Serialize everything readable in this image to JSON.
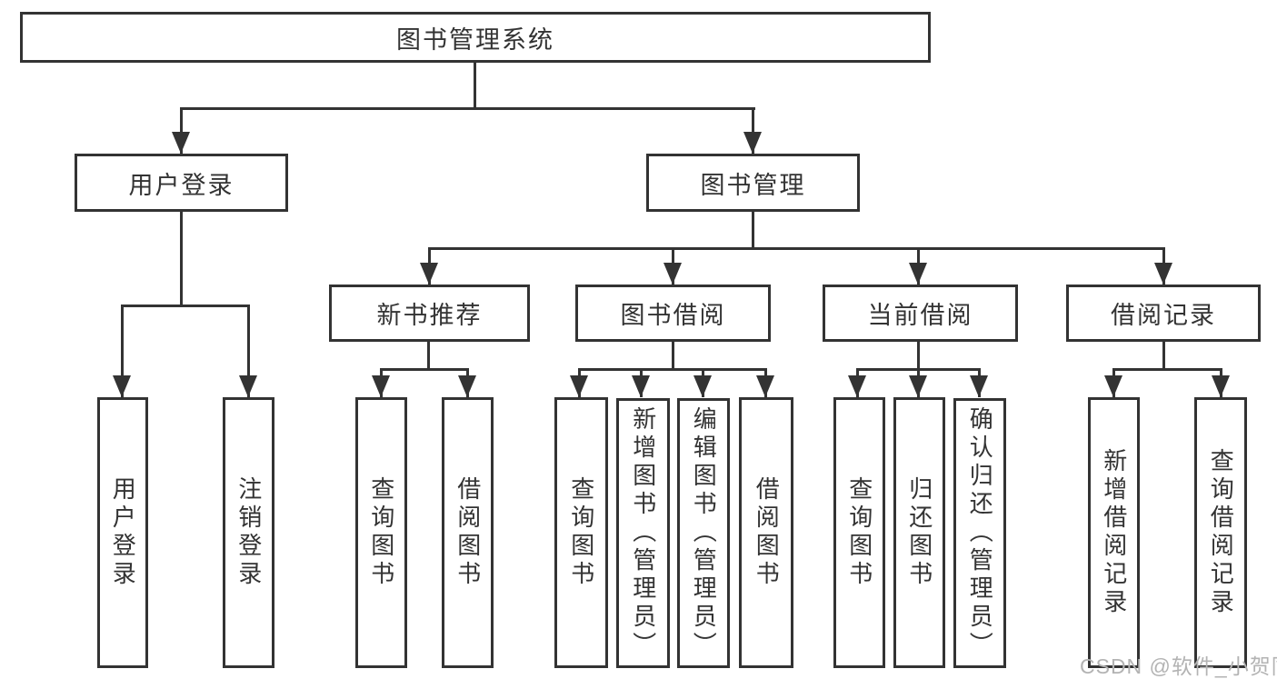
{
  "diagram": {
    "title": "图书管理系统",
    "level2": [
      {
        "label": "用户登录",
        "children": [
          "用户登录",
          "注销登录"
        ]
      },
      {
        "label": "图书管理",
        "children": [
          {
            "label": "新书推荐",
            "children": [
              "查询图书",
              "借阅图书"
            ]
          },
          {
            "label": "图书借阅",
            "children": [
              "查询图书",
              "新增图书（管理员）",
              "编辑图书（管理员）",
              "借阅图书"
            ]
          },
          {
            "label": "当前借阅",
            "children": [
              "查询图书",
              "归还图书",
              "确认归还（管理员）"
            ]
          },
          {
            "label": "借阅记录",
            "children": [
              "新增借阅记录",
              "查询借阅记录"
            ]
          }
        ]
      }
    ]
  },
  "watermark": "CSDN @软件_小贺同学",
  "colors": {
    "line": "#333333",
    "box_border": "#333333",
    "box_background": "#ffffff",
    "text": "#333333",
    "watermark": "#b3b3b3",
    "background": "#ffffff"
  }
}
